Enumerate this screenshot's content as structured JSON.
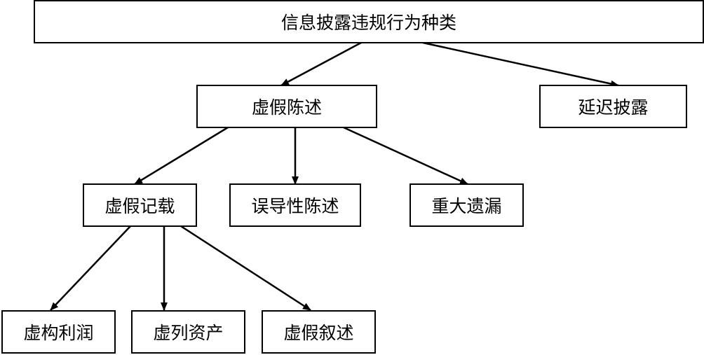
{
  "diagram": {
    "root": "信息披露违规行为种类",
    "level1": {
      "false_statement": "虚假陈述",
      "delayed_disclosure": "延迟披露"
    },
    "level2": {
      "false_record": "虚假记载",
      "misleading_statement": "误导性陈述",
      "major_omission": "重大遗漏"
    },
    "level3": {
      "fictitious_profit": "虚构利润",
      "false_assets": "虚列资产",
      "false_narrative": "虚假叙述"
    },
    "line_color": "#000000"
  }
}
